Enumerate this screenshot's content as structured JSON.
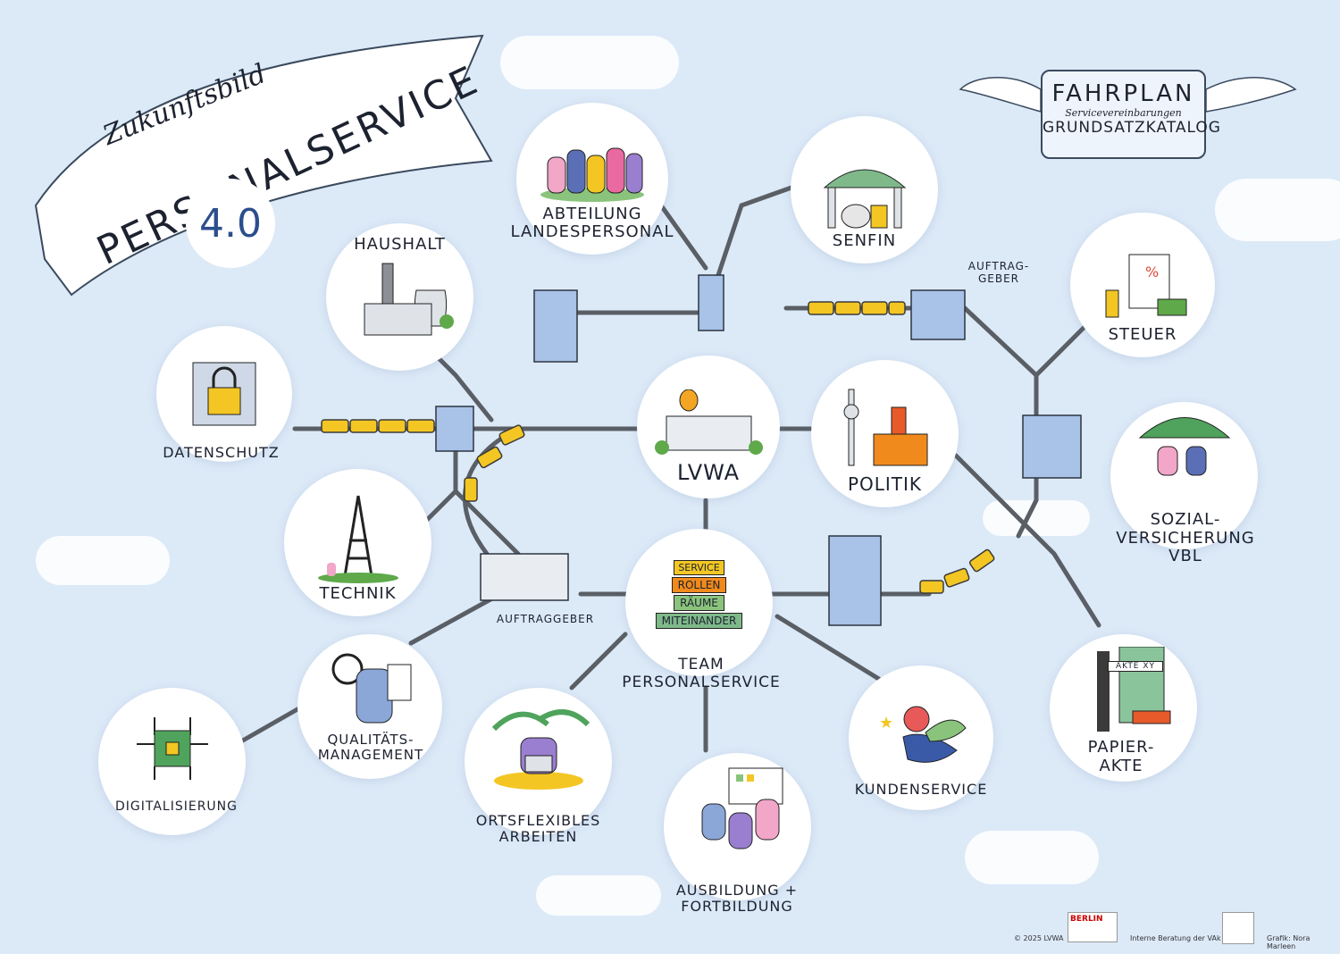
{
  "title": {
    "line1": "Zukunftsbild",
    "line2": "PERSONALSERVICE",
    "badge": "4.0"
  },
  "sign": {
    "title": "FAHRPLAN",
    "line1": "Servicevereinbarungen",
    "line2": "GRUNDSATZKATALOG"
  },
  "stations": {
    "abteilung": "ABTEILUNG\nLANDESPERSONAL",
    "senfin": "SENFIN",
    "haushalt": "HAUSHALT",
    "steuer": "STEUER",
    "datenschutz": "DATENSCHUTZ",
    "lvwa": "LVWA",
    "politik": "POLITIK",
    "sozialversicherung": "SOZIAL-\nVERSICHERUNG\nVBL",
    "technik": "TECHNIK",
    "team": "TEAM\nPERSONALSERVICE",
    "qualitaet": "QUALITÄTS-\nMANAGEMENT",
    "digitalisierung": "DIGITALISIERUNG",
    "ortsflexibles": "ORTSFLEXIBLES\nARBEITEN",
    "ausbildung": "AUSBILDUNG +\nFORTBILDUNG",
    "kundenservice": "KUNDENSERVICE",
    "papierakte": "PAPIER-\nAKTE"
  },
  "labels": {
    "auftraggeber_top": "AUFTRAG-\nGEBER",
    "auftraggeber_mid": "AUFTRAGGEBER",
    "team_signs": [
      "SERVICE",
      "ROLLEN",
      "RÄUME",
      "MITEINANDER"
    ],
    "akte": "AKTE XY"
  },
  "footer": {
    "copyright": "© 2025 LVWA",
    "berlin": "BERLIN",
    "beratung": "Interne Beratung der VAk Berlin",
    "grafik": "Grafik: Nora Marleen"
  },
  "colors": {
    "background": "#dce9f7",
    "track": "#5a5f66",
    "train": "#f3c623",
    "accent_orange": "#f08a1c",
    "accent_green": "#5fa94b"
  }
}
